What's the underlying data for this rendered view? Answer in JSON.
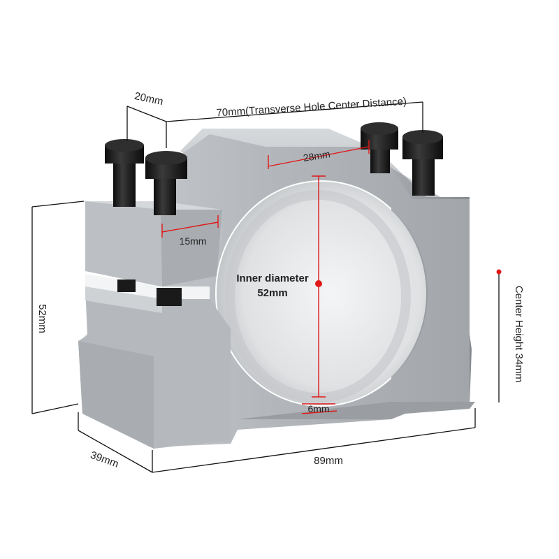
{
  "dimensions": {
    "depth_top": "20mm",
    "hole_distance": "70mm(Transverse Hole Center Distance)",
    "top_width": "28mm",
    "slot": "15mm",
    "inner_diameter_line1": "Inner diameter",
    "inner_diameter_line2": "52mm",
    "height": "52mm",
    "center_height": "Center Height  34mm",
    "bottom_gap": "6mm",
    "depth_bottom": "39mm",
    "length": "89mm"
  },
  "colors": {
    "body": "#b9bdc1",
    "body_dark": "#8f9397",
    "bolt": "#1a1a1a",
    "red": "#e01818",
    "dimension_line": "#111111"
  }
}
